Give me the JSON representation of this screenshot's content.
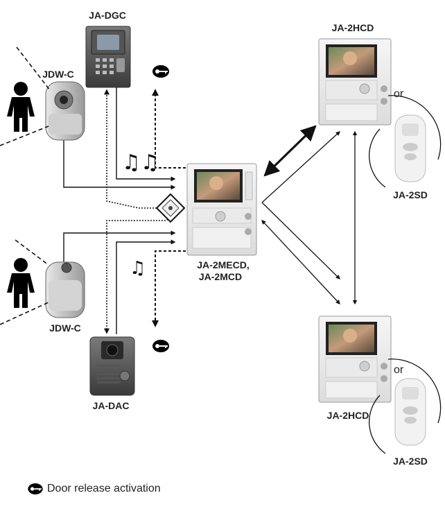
{
  "devices": {
    "ja_dgc": "JA-DGC",
    "jdw_c_top": "JDW-C",
    "jdw_c_bottom": "JDW-C",
    "ja_dac": "JA-DAC",
    "master_line1": "JA-2MECD,",
    "master_line2": "JA-2MCD",
    "ja_2hcd_top": "JA-2HCD",
    "ja_2hcd_bottom": "JA-2HCD",
    "ja_2sd_top": "JA-2SD",
    "ja_2sd_bottom": "JA-2SD",
    "or_top": "or",
    "or_bottom": "or"
  },
  "chime": {
    "triple": "♫♫",
    "single": "♫"
  },
  "legend": {
    "icon": "key-icon",
    "label": "Door release activation"
  }
}
